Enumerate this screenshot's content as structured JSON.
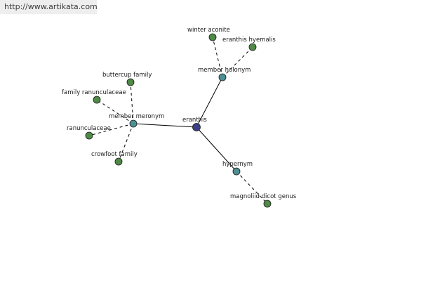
{
  "site": {
    "url": "http://www.artikata.com"
  },
  "colors": {
    "center_node": "#3b3f84",
    "relation_node": "#4e8f94",
    "term_node": "#4f8a47"
  },
  "graph": {
    "nodes": [
      {
        "id": "eranthis",
        "label": "eranthis",
        "kind": "center"
      },
      {
        "id": "member-holonym",
        "label": "member holonym",
        "kind": "relation"
      },
      {
        "id": "member-meronym",
        "label": "member meronym",
        "kind": "relation"
      },
      {
        "id": "hypernym",
        "label": "hypernym",
        "kind": "relation"
      },
      {
        "id": "winter-aconite",
        "label": "winter aconite",
        "kind": "term"
      },
      {
        "id": "eranthis-hyemalis",
        "label": "eranthis hyemalis",
        "kind": "term"
      },
      {
        "id": "buttercup-family",
        "label": "buttercup family",
        "kind": "term"
      },
      {
        "id": "family-ranunculaceae",
        "label": "family ranunculaceae",
        "kind": "term"
      },
      {
        "id": "ranunculaceae",
        "label": "ranunculaceae",
        "kind": "term"
      },
      {
        "id": "crowfoot-family",
        "label": "crowfoot family",
        "kind": "term"
      },
      {
        "id": "magnoliid-dicot-genus",
        "label": "magnoliid dicot genus",
        "kind": "term"
      }
    ],
    "edges": [
      {
        "from": "eranthis",
        "to": "member-holonym",
        "style": "solid"
      },
      {
        "from": "eranthis",
        "to": "member-meronym",
        "style": "solid"
      },
      {
        "from": "eranthis",
        "to": "hypernym",
        "style": "solid"
      },
      {
        "from": "member-holonym",
        "to": "winter-aconite",
        "style": "dashed"
      },
      {
        "from": "member-holonym",
        "to": "eranthis-hyemalis",
        "style": "dashed"
      },
      {
        "from": "member-meronym",
        "to": "buttercup-family",
        "style": "dashed"
      },
      {
        "from": "member-meronym",
        "to": "family-ranunculaceae",
        "style": "dashed"
      },
      {
        "from": "member-meronym",
        "to": "ranunculaceae",
        "style": "dashed"
      },
      {
        "from": "member-meronym",
        "to": "crowfoot-family",
        "style": "dashed"
      },
      {
        "from": "hypernym",
        "to": "magnoliid-dicot-genus",
        "style": "dashed"
      }
    ]
  }
}
